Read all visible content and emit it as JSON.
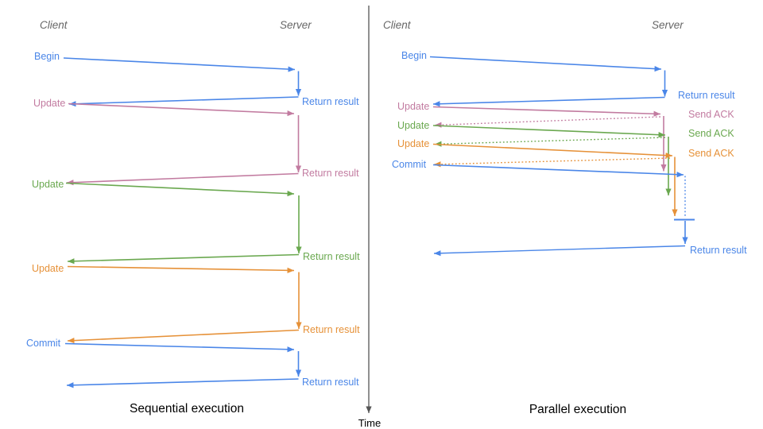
{
  "colors": {
    "blue": "#4a86e8",
    "pink": "#c27ba0",
    "green": "#6aa84f",
    "orange": "#e69138",
    "axis_gray": "#555555",
    "header_gray": "#666666",
    "title_black": "#000000"
  },
  "time_axis": {
    "label": "Time"
  },
  "panels": [
    {
      "title": "Sequential execution",
      "client_header": "Client",
      "server_header": "Server",
      "messages": [
        {
          "label": "Begin",
          "color": "blue",
          "response": "Return result"
        },
        {
          "label": "Update",
          "color": "pink",
          "response": "Return result"
        },
        {
          "label": "Update",
          "color": "green",
          "response": "Return result"
        },
        {
          "label": "Update",
          "color": "orange",
          "response": "Return result"
        },
        {
          "label": "Commit",
          "color": "blue",
          "response": "Return result"
        }
      ]
    },
    {
      "title": "Parallel execution",
      "client_header": "Client",
      "server_header": "Server",
      "messages": [
        {
          "label": "Begin",
          "color": "blue",
          "response": "Return result"
        },
        {
          "label": "Update",
          "color": "pink",
          "response": "Send ACK"
        },
        {
          "label": "Update",
          "color": "green",
          "response": "Send ACK"
        },
        {
          "label": "Update",
          "color": "orange",
          "response": "Send ACK"
        },
        {
          "label": "Commit",
          "color": "blue",
          "response": "Return result"
        }
      ]
    }
  ]
}
